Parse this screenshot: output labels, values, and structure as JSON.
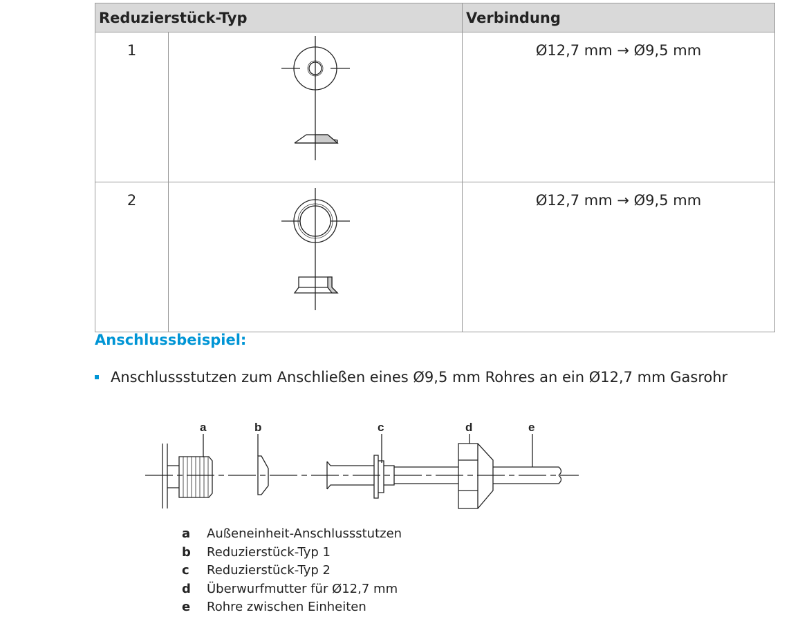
{
  "table": {
    "headers": [
      "Reduzierstück-Typ",
      "Verbindung"
    ],
    "rows": [
      {
        "type": "1",
        "connection": "Ø12,7 mm → Ø9,5 mm"
      },
      {
        "type": "2",
        "connection": "Ø12,7 mm → Ø9,5 mm"
      }
    ]
  },
  "section": {
    "heading": "Anschlussbeispiel:",
    "bullet": "Anschlussstutzen zum Anschließen eines Ø9,5 mm Rohres an ein Ø12,7 mm Gasrohr"
  },
  "diagram": {
    "labels": [
      "a",
      "b",
      "c",
      "d",
      "e"
    ]
  },
  "legend": [
    {
      "key": "a",
      "text": "Außeneinheit-Anschlussstutzen"
    },
    {
      "key": "b",
      "text": "Reduzierstück-Typ 1"
    },
    {
      "key": "c",
      "text": "Reduzierstück-Typ 2"
    },
    {
      "key": "d",
      "text": "Überwurfmutter für Ø12,7 mm"
    },
    {
      "key": "e",
      "text": "Rohre zwischen Einheiten"
    }
  ]
}
